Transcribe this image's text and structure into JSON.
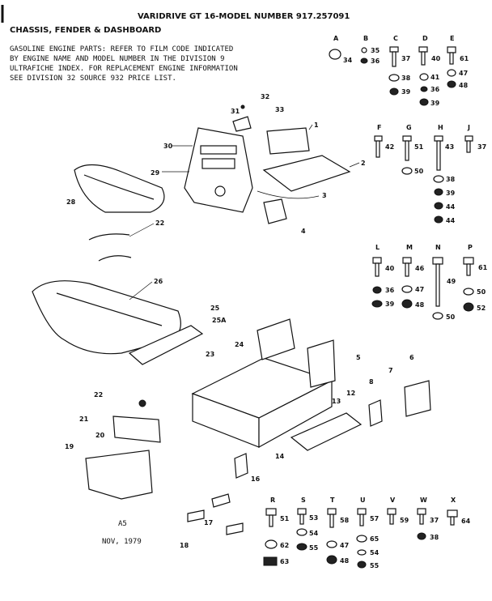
{
  "title": "VARIDRIVE GT 16-MODEL NUMBER 917.257091",
  "section": "CHASSIS, FENDER & DASHBOARD",
  "note_lines": [
    "GASOLINE ENGINE PARTS:  REFER TO FILM CODE INDICATED",
    "BY ENGINE NAME AND MODEL NUMBER IN THE DIVISION 9",
    "ULTRAFICHE INDEX. FOR REPLACEMENT ENGINE INFORMATION",
    "SEE DIVISION 32 SOURCE 932 PRICE LIST."
  ],
  "footer": {
    "code": "A5",
    "date": "NOV, 1979"
  },
  "columns_top": [
    "A",
    "B",
    "C",
    "D",
    "E"
  ],
  "columns_mid": [
    "F",
    "G",
    "H",
    "J"
  ],
  "columns_low": [
    "L",
    "M",
    "N",
    "P"
  ],
  "columns_bottom": [
    "R",
    "S",
    "T",
    "U",
    "V",
    "W",
    "X"
  ],
  "labels": {
    "n1": "1",
    "n2": "2",
    "n3": "3",
    "n4": "4",
    "n5": "5",
    "n6": "6",
    "n7": "7",
    "n8": "8",
    "n13": "13",
    "n12": "12",
    "n14": "14",
    "n16": "16",
    "n17": "17",
    "n18": "18",
    "n19": "19",
    "n20": "20",
    "n21": "21",
    "n22a": "22",
    "n22b": "22",
    "n23": "23",
    "n24": "24",
    "n25": "25",
    "n25a": "25A",
    "n26": "26",
    "n28": "28",
    "n29": "29",
    "n30": "30",
    "n31": "31",
    "n32": "32",
    "n33": "33",
    "a34": "34",
    "b35": "35",
    "b36": "36",
    "c37": "37",
    "c38": "38",
    "c39": "39",
    "d40": "40",
    "d41": "41",
    "d36": "36",
    "d39": "39",
    "e61": "61",
    "e47": "47",
    "e48": "48",
    "f42": "42",
    "g51": "51",
    "g50": "50",
    "h43": "43",
    "h38": "38",
    "h39": "39",
    "h44a": "44",
    "h44b": "44",
    "j37": "37",
    "l40": "40",
    "l36": "36",
    "l39": "39",
    "m46": "46",
    "m47": "47",
    "m48": "48",
    "n49": "49",
    "n50": "50",
    "p61": "61",
    "p50": "50",
    "p52": "52",
    "r51": "51",
    "r62": "62",
    "r63": "63",
    "s53": "53",
    "s54": "54",
    "s55": "55",
    "t58": "58",
    "t47": "47",
    "t48": "48",
    "u57": "57",
    "u65": "65",
    "u54": "54",
    "u55": "55",
    "v59": "59",
    "w37": "37",
    "w38": "38",
    "x64": "64"
  }
}
